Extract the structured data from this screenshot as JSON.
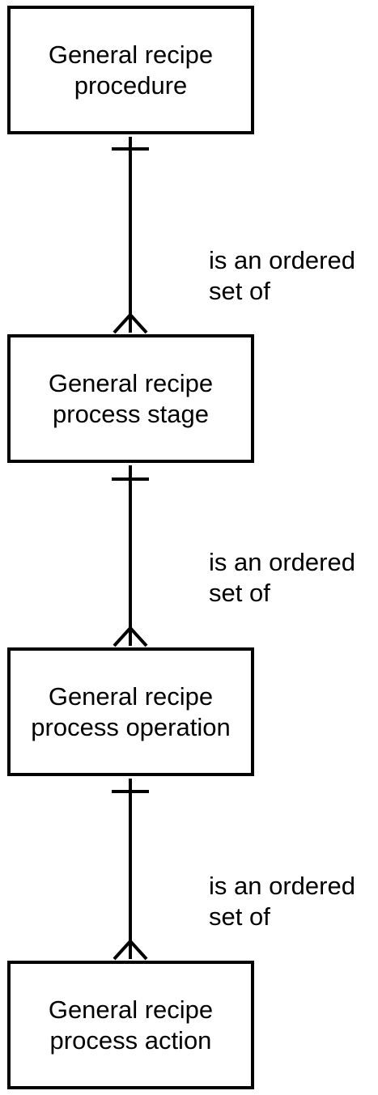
{
  "entities": [
    {
      "label": "General recipe\nprocedure"
    },
    {
      "label": "General recipe\nprocess stage"
    },
    {
      "label": "General recipe\nprocess operation"
    },
    {
      "label": "General recipe\nprocess action"
    }
  ],
  "relationships": [
    {
      "label": "is an ordered\nset of",
      "from_cardinality": "one",
      "to_cardinality": "many"
    },
    {
      "label": "is an ordered\nset of",
      "from_cardinality": "one",
      "to_cardinality": "many"
    },
    {
      "label": "is an ordered\nset of",
      "from_cardinality": "one",
      "to_cardinality": "many"
    }
  ]
}
